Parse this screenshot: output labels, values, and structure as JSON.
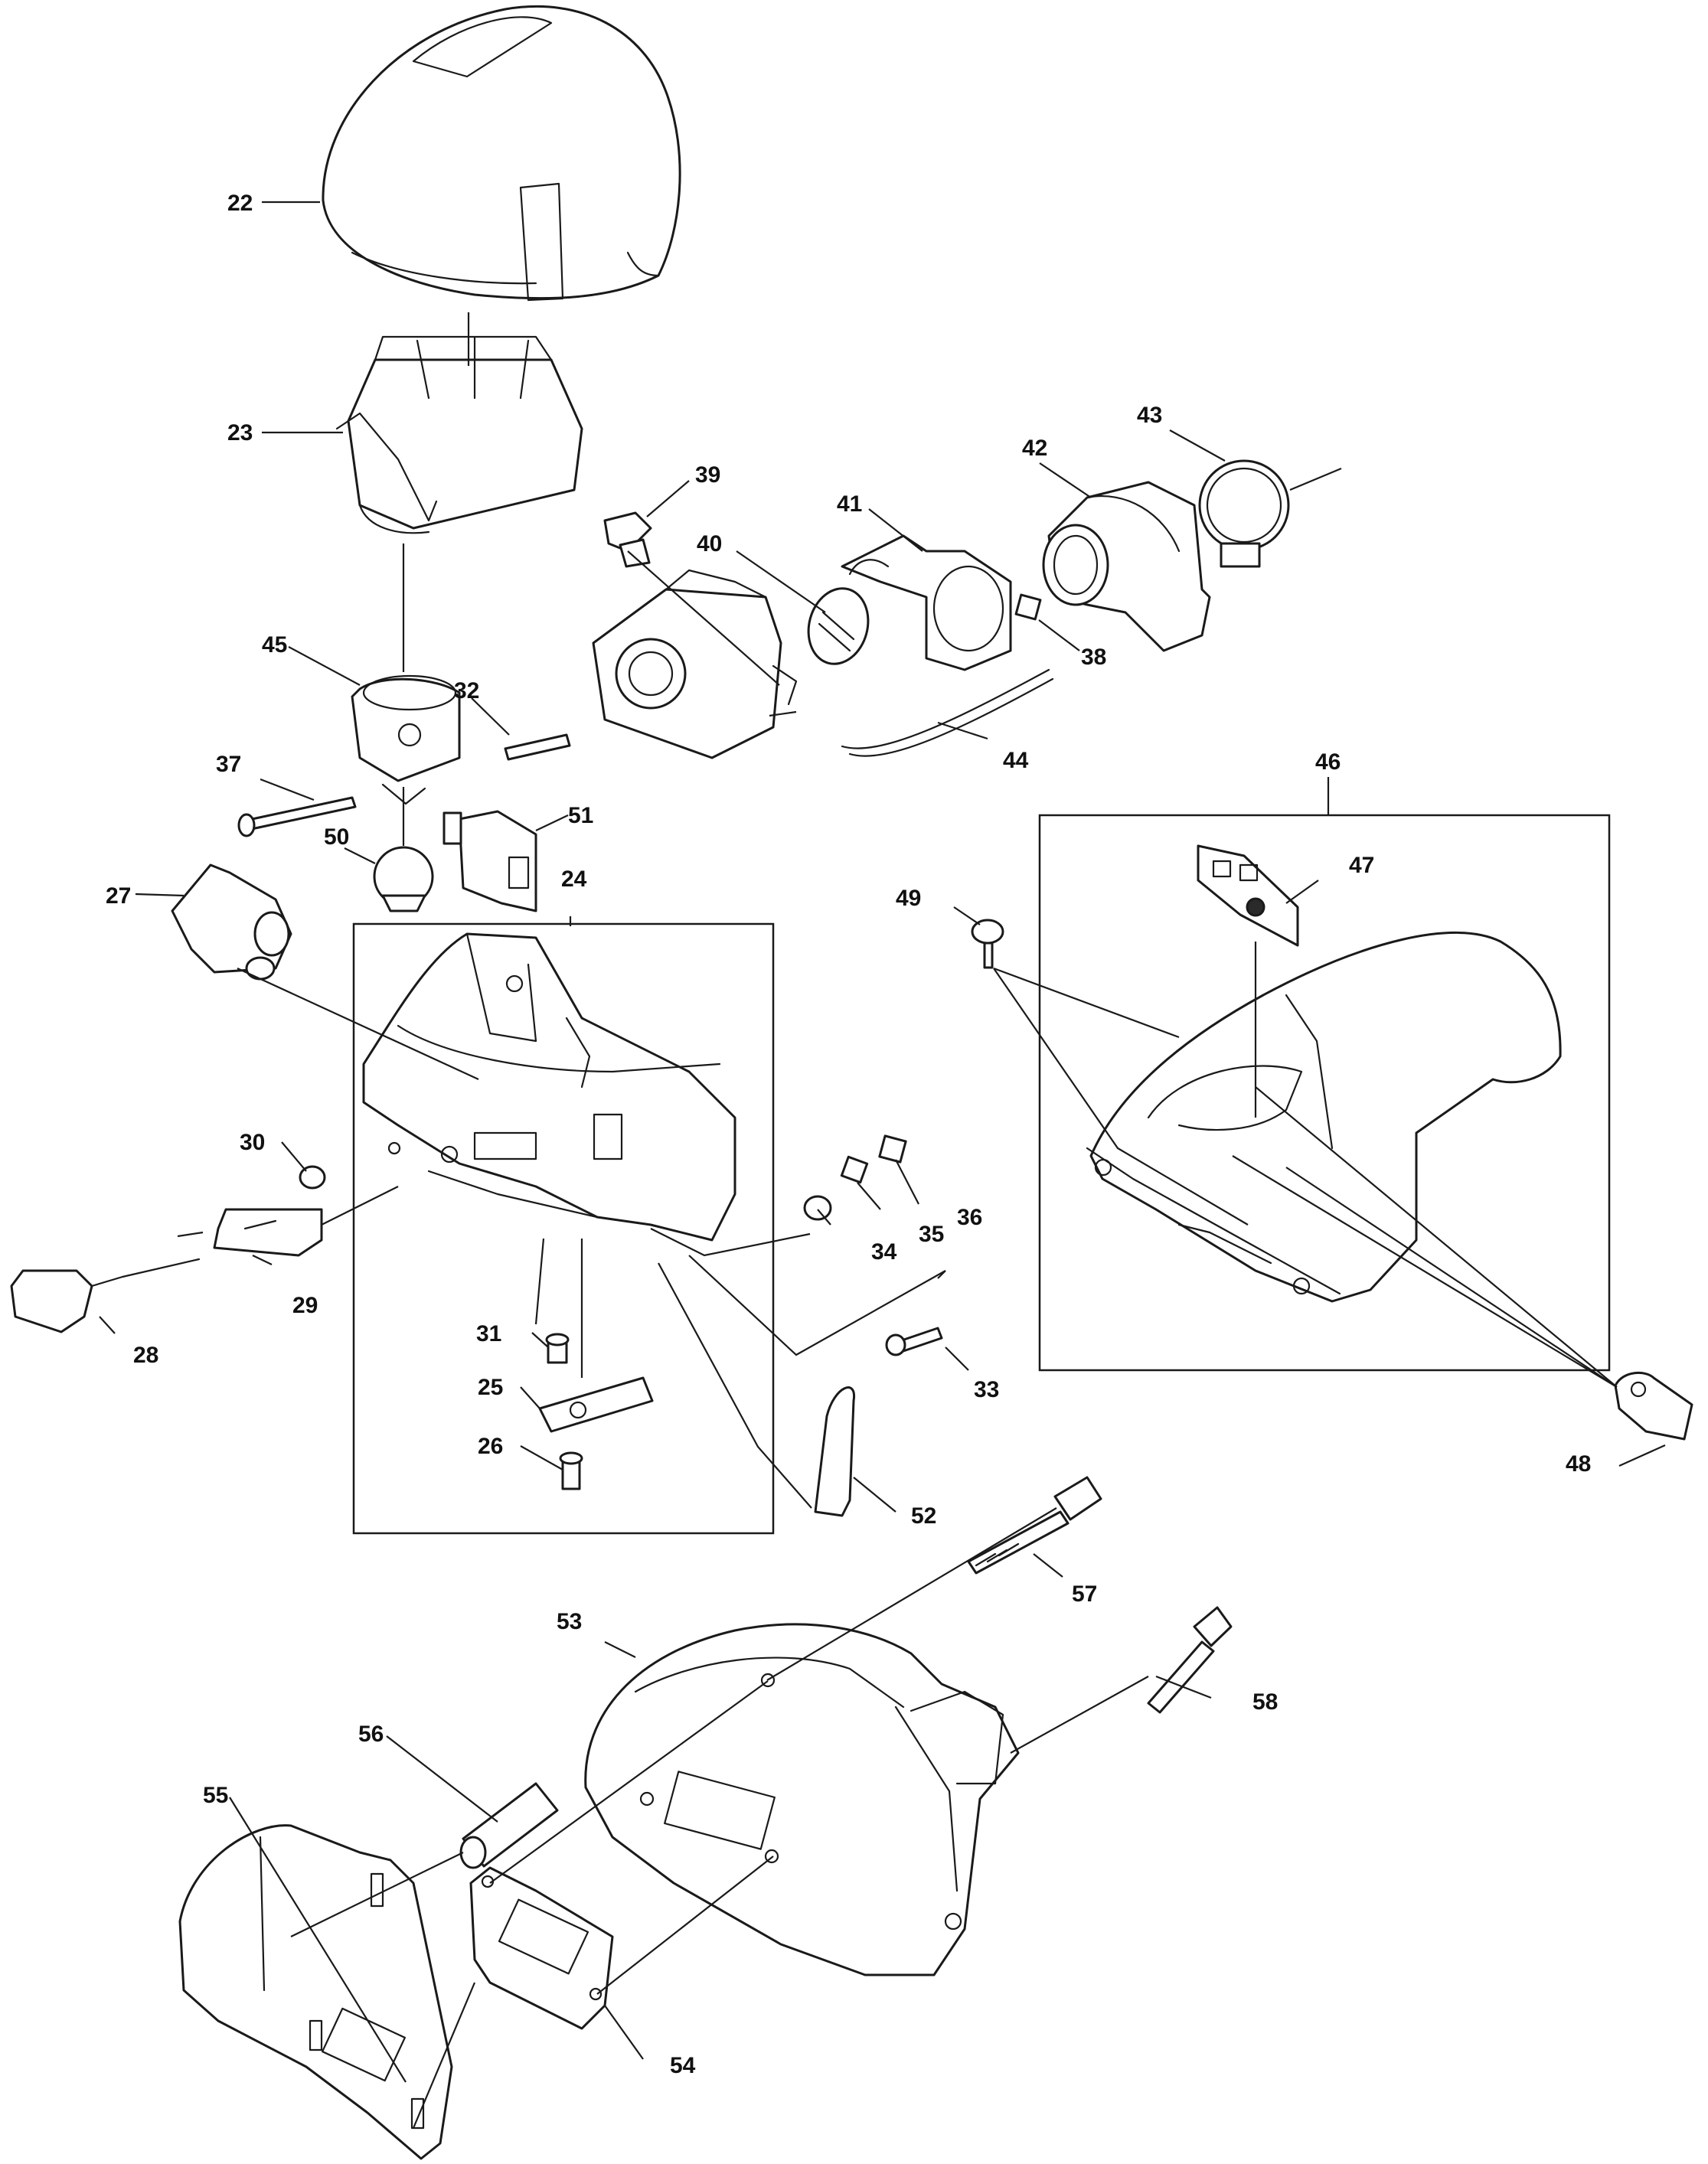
{
  "callouts": {
    "c22": "22",
    "c23": "23",
    "c24": "24",
    "c25": "25",
    "c26": "26",
    "c27": "27",
    "c28": "28",
    "c29": "29",
    "c30": "30",
    "c31": "31",
    "c32": "32",
    "c33": "33",
    "c34": "34",
    "c35": "35",
    "c36": "36",
    "c37": "37",
    "c38": "38",
    "c39": "39",
    "c40": "40",
    "c41": "41",
    "c42": "42",
    "c43": "43",
    "c44": "44",
    "c45": "45",
    "c46": "46",
    "c47": "47",
    "c48": "48",
    "c49": "49",
    "c50": "50",
    "c51": "51",
    "c52": "52",
    "c53": "53",
    "c54": "54",
    "c55": "55",
    "c56": "56",
    "c57": "57",
    "c58": "58"
  },
  "colors": {
    "line": "#1a1a1a",
    "background": "#ffffff"
  }
}
